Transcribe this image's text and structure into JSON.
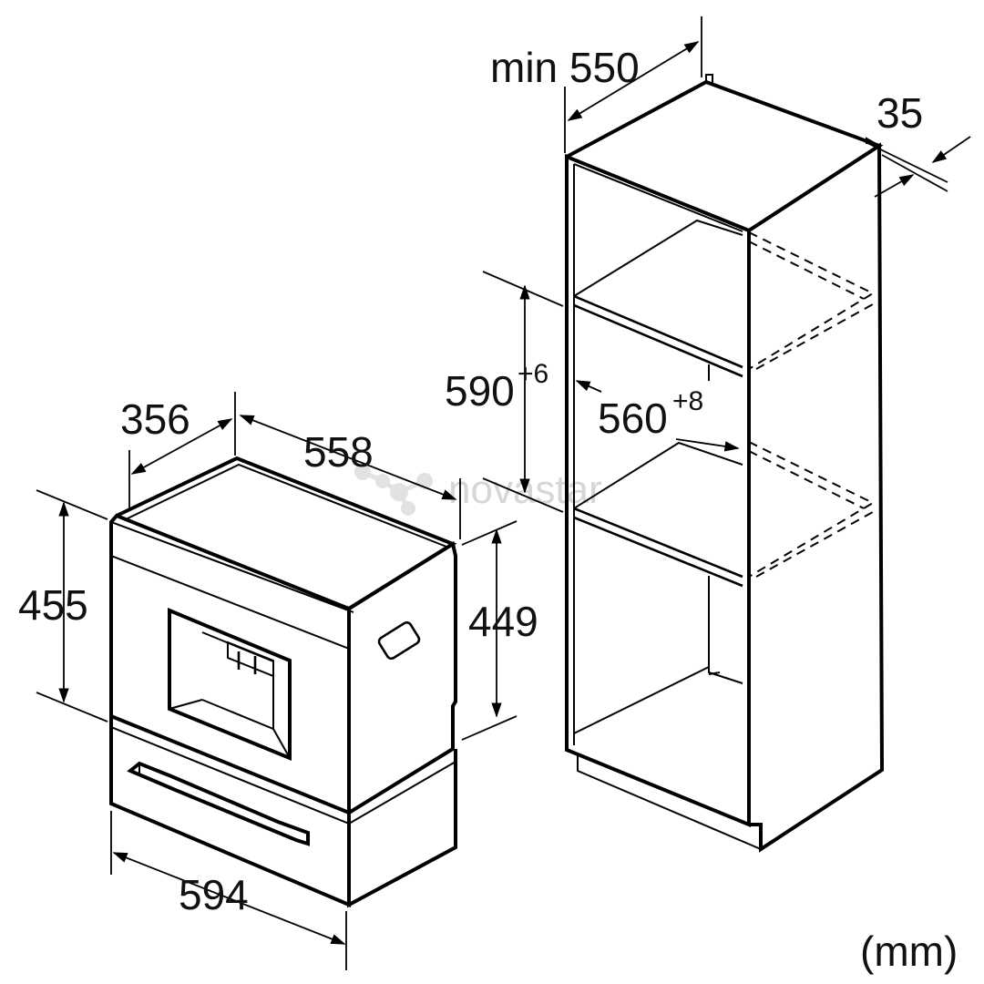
{
  "dimensions": {
    "machine_depth": "356",
    "machine_width_top": "558",
    "machine_height": "455",
    "machine_body_height": "449",
    "machine_front_width": "594",
    "niche_min_depth": "min 550",
    "niche_height": "590",
    "niche_height_tolerance": "+6",
    "niche_width": "560",
    "niche_width_tolerance": "+8",
    "back_clearance": "35"
  },
  "unit_note": "(mm)",
  "watermark": "novastar"
}
